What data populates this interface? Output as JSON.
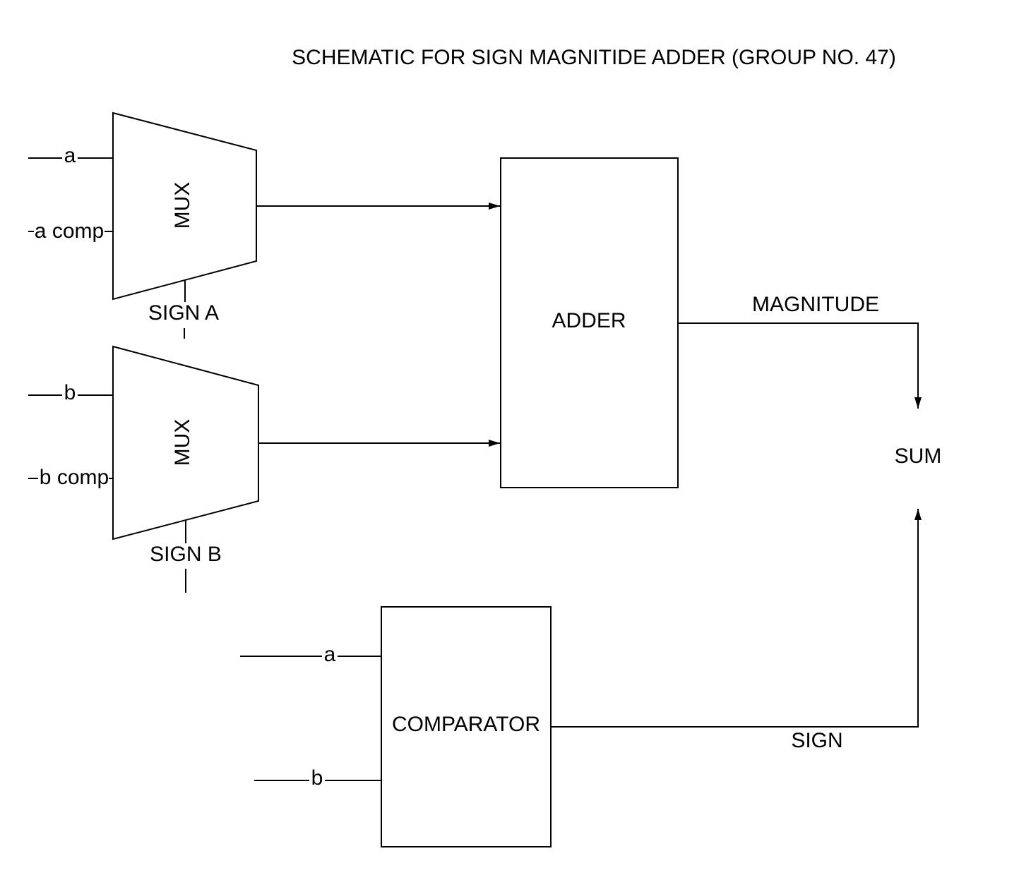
{
  "title": "SCHEMATIC FOR SIGN MAGNITIDE ADDER (GROUP NO. 47)",
  "colors": {
    "background": "#ffffff",
    "ink": "#000000"
  },
  "mux_a": {
    "label": "MUX",
    "input_1": "a",
    "input_2": "a comp",
    "select": "SIGN A"
  },
  "mux_b": {
    "label": "MUX",
    "input_1": "b",
    "input_2": "b comp",
    "select": "SIGN B"
  },
  "adder": {
    "label": "ADDER"
  },
  "comparator": {
    "label": "COMPARATOR",
    "input_1": "a",
    "input_2": "b"
  },
  "outputs": {
    "magnitude": "MAGNITUDE",
    "sign": "SIGN",
    "sum": "SUM"
  }
}
